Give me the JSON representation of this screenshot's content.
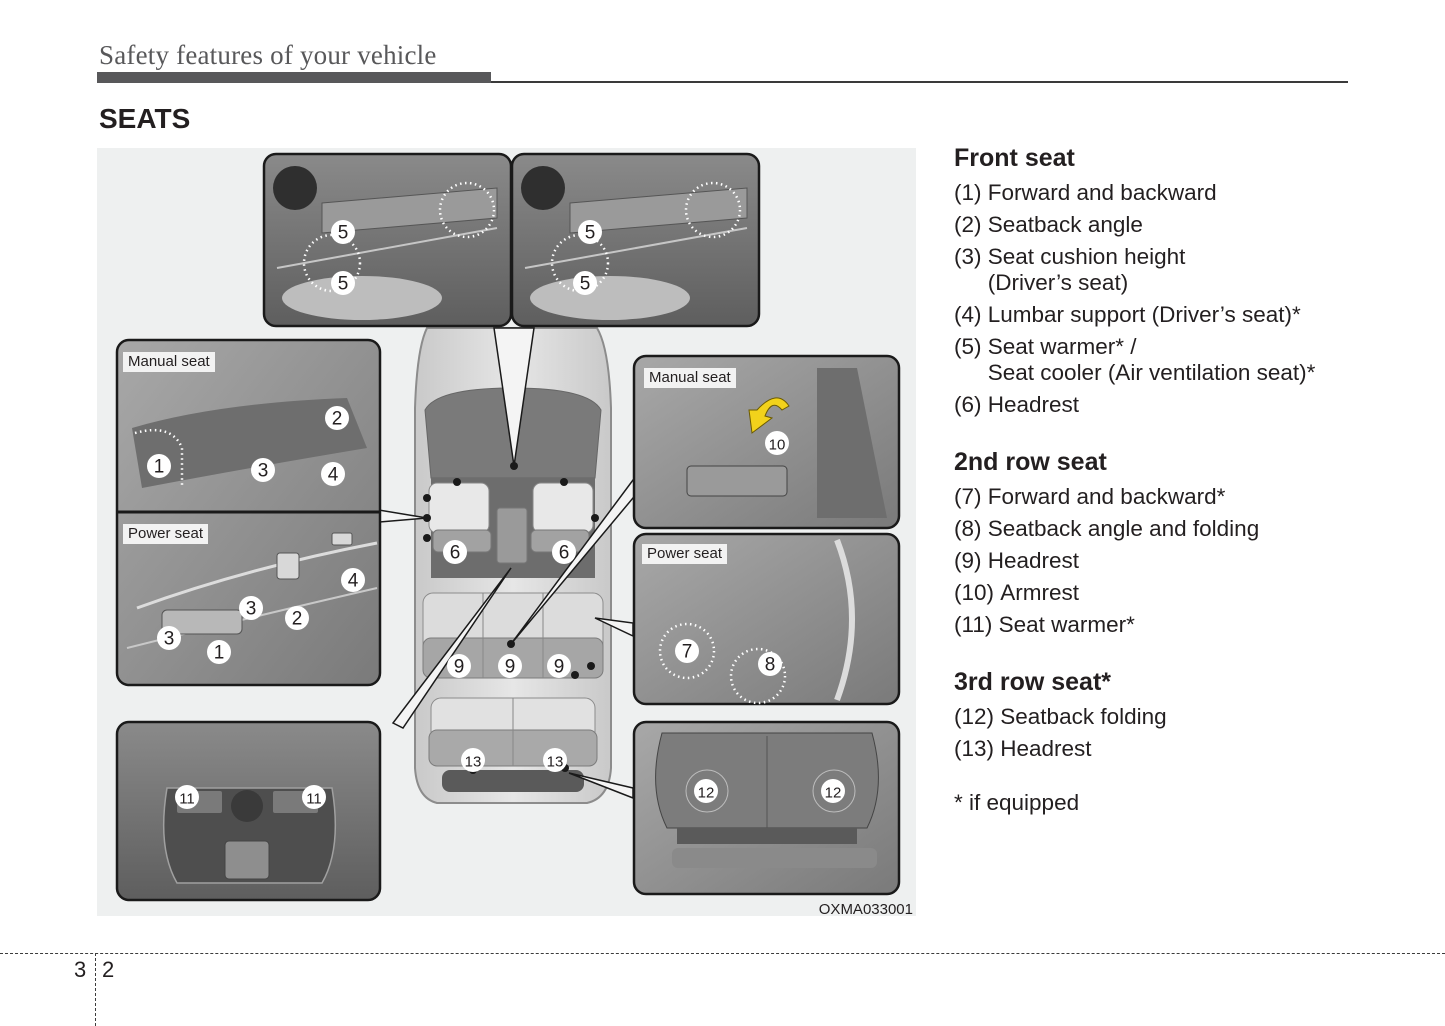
{
  "header": {
    "chapter_title": "Safety features of your vehicle"
  },
  "section_title": "SEATS",
  "figure": {
    "code": "OXMA033001",
    "panel_labels": {
      "front_manual": "Manual seat",
      "front_power": "Power seat",
      "rear_manual": "Manual seat",
      "rear_power": "Power seat"
    },
    "callouts": [
      "1",
      "2",
      "3",
      "4",
      "5",
      "6",
      "7",
      "8",
      "9",
      "10",
      "11",
      "12",
      "13"
    ],
    "accent_color": "#f2d21b"
  },
  "groups": [
    {
      "title": "Front seat",
      "items": [
        {
          "num": "(1) ",
          "text": "Forward and backward"
        },
        {
          "num": "(2) ",
          "text": "Seatback angle"
        },
        {
          "num": "(3) ",
          "text": "Seat cushion height",
          "text2": "(Driver’s seat)"
        },
        {
          "num": "(4) ",
          "text": "Lumbar support (Driver’s seat)*"
        },
        {
          "num": "(5) ",
          "text": "Seat warmer* /",
          "text2": "Seat cooler (Air ventilation seat)*"
        },
        {
          "num": "(6) ",
          "text": "Headrest"
        }
      ]
    },
    {
      "title": "2nd row seat",
      "items": [
        {
          "num": "(7) ",
          "text": "Forward and backward*"
        },
        {
          "num": "(8) ",
          "text": "Seatback angle and folding"
        },
        {
          "num": "(9) ",
          "text": "Headrest"
        },
        {
          "num": "(10) ",
          "text": "Armrest"
        },
        {
          "num": "(11) ",
          "text": "Seat warmer*"
        }
      ]
    },
    {
      "title": "3rd row seat*",
      "items": [
        {
          "num": "(12) ",
          "text": "Seatback folding"
        },
        {
          "num": "(13) ",
          "text": "Headrest"
        }
      ]
    }
  ],
  "footnote": "* if equipped",
  "footer": {
    "chapter": "3",
    "page": "2"
  }
}
